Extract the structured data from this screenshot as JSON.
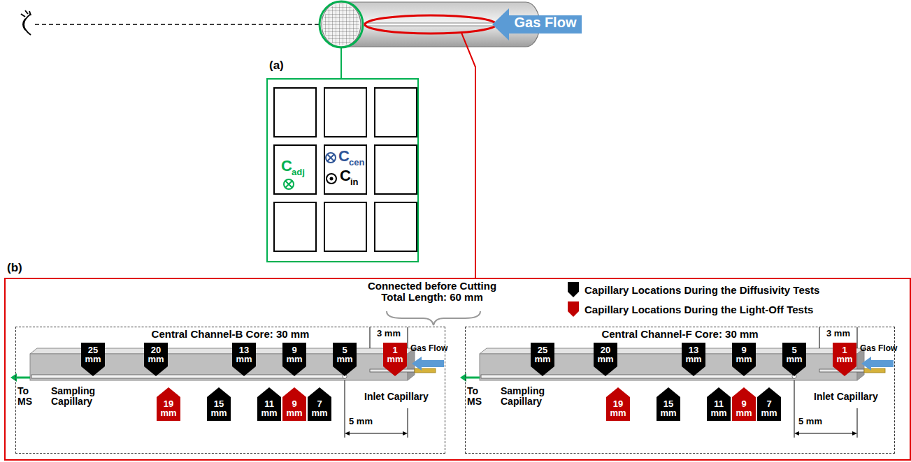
{
  "diagram": {
    "nodes": [
      {
        "text": [
          "(a)"
        ]
      },
      {
        "text": [
          "(b)"
        ]
      },
      {
        "text": [
          "Central Channel-B Core: 30 mm"
        ],
        "in": 1
      },
      {
        "text": [
          "Central Channel-F Core: 30 mm"
        ],
        "in": 1
      },
      {
        "text": [
          "25 mm"
        ],
        "in": 2
      },
      {
        "text": [
          "20 mm"
        ],
        "in": 2
      },
      {
        "text": [
          "13 mm"
        ],
        "in": 2
      },
      {
        "text": [
          "9 mm"
        ],
        "in": 2
      },
      {
        "text": [
          "5 mm"
        ],
        "in": 2
      },
      {
        "text": [
          "1 mm"
        ],
        "in": 2
      },
      {
        "text": [
          "19 mm"
        ],
        "in": 2
      },
      {
        "text": [
          "15 mm"
        ],
        "in": 2
      },
      {
        "text": [
          "11 mm"
        ],
        "in": 2
      },
      {
        "text": [
          "9 mm"
        ],
        "in": 2
      },
      {
        "text": [
          "7 mm"
        ],
        "in": 2
      },
      {
        "text": [
          "25 mm"
        ],
        "in": 3
      },
      {
        "text": [
          "20 mm"
        ],
        "in": 3
      },
      {
        "text": [
          "13 mm"
        ],
        "in": 3
      },
      {
        "text": [
          "9 mm"
        ],
        "in": 3
      },
      {
        "text": [
          "5 mm"
        ],
        "in": 3
      },
      {
        "text": [
          "1 mm"
        ],
        "in": 3
      },
      {
        "text": [
          "19 mm"
        ],
        "in": 3
      },
      {
        "text": [
          "15 mm"
        ],
        "in": 3
      },
      {
        "text": [
          "11 mm"
        ],
        "in": 3
      },
      {
        "text": [
          "9 mm"
        ],
        "in": 3
      },
      {
        "text": [
          "7 mm"
        ],
        "in": 3
      }
    ],
    "labels": [
      "Gas Flow",
      "C",
      "adj",
      "C",
      "cen",
      "C",
      "in",
      "Connected before Cutting Total Length: 60 mm",
      "3 mm",
      "5 mm",
      "To MS",
      "Sampling Capillary",
      "Inlet Capillary",
      "Gas Flow",
      "3 mm",
      "5 mm",
      "To MS",
      "Sampling Capillary",
      "Inlet Capillary",
      "Gas Flow"
    ],
    "legend": [
      {
        "text": "Capillary Locations During the Diffusivity Tests",
        "color": "#000000"
      },
      {
        "text": "Capillary Locations During the Light-Off Tests",
        "color": "#c00000"
      }
    ]
  }
}
